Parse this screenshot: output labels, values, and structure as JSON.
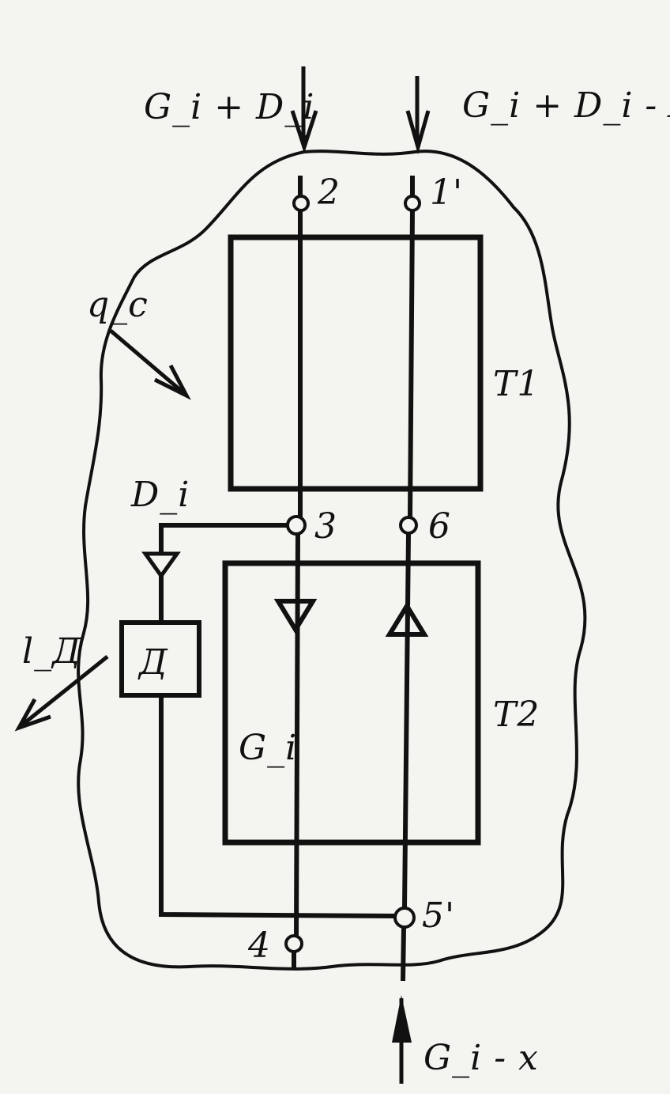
{
  "diagram": {
    "flows": {
      "top_left": "G_i + D_i",
      "top_right": "G_i + D_i - X",
      "bottom": "G_i - x",
      "heat_in": "q_c",
      "work_out": "l_Д",
      "branch": "D_i",
      "main": "G_i"
    },
    "nodes": {
      "n2": "2",
      "n1p": "1'",
      "n3": "3",
      "n6": "6",
      "n4": "4",
      "n5p": "5'"
    },
    "blocks": {
      "t1": "T1",
      "t2": "T2",
      "expander": "Д"
    },
    "colors": {
      "ink": "#111111",
      "paper": "#f4f4f1"
    }
  }
}
